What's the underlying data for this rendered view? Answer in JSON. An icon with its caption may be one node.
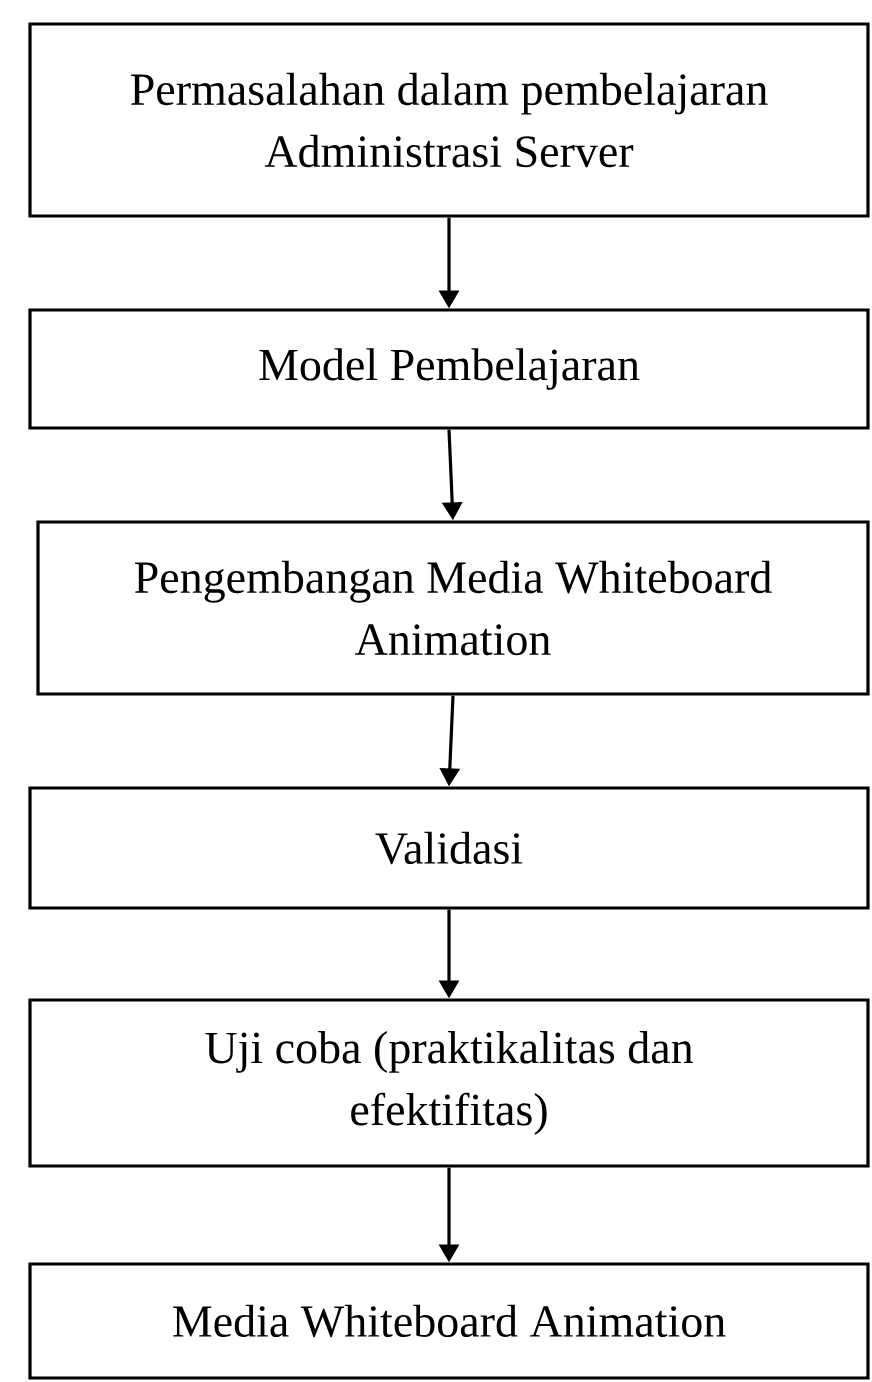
{
  "diagram": {
    "nodes": [
      {
        "text": [
          "Permasalahan dalam pembelajaran Administrasi Server"
        ]
      },
      {
        "text": [
          "Model Pembelajaran"
        ]
      },
      {
        "text": [
          "Pengembangan Media Whiteboard Animation"
        ]
      },
      {
        "text": [
          "Validasi"
        ]
      },
      {
        "text": [
          "Uji coba (praktikalitas dan efektifitas)"
        ]
      },
      {
        "text": [
          "Media Whiteboard Animation"
        ]
      }
    ],
    "edges": [
      {
        "from": 0,
        "to": 1,
        "arrow": "to"
      },
      {
        "from": 1,
        "to": 2,
        "arrow": "to"
      },
      {
        "from": 2,
        "to": 3,
        "arrow": "to"
      },
      {
        "from": 3,
        "to": 4,
        "arrow": "to"
      },
      {
        "from": 4,
        "to": 5,
        "arrow": "to"
      }
    ]
  }
}
